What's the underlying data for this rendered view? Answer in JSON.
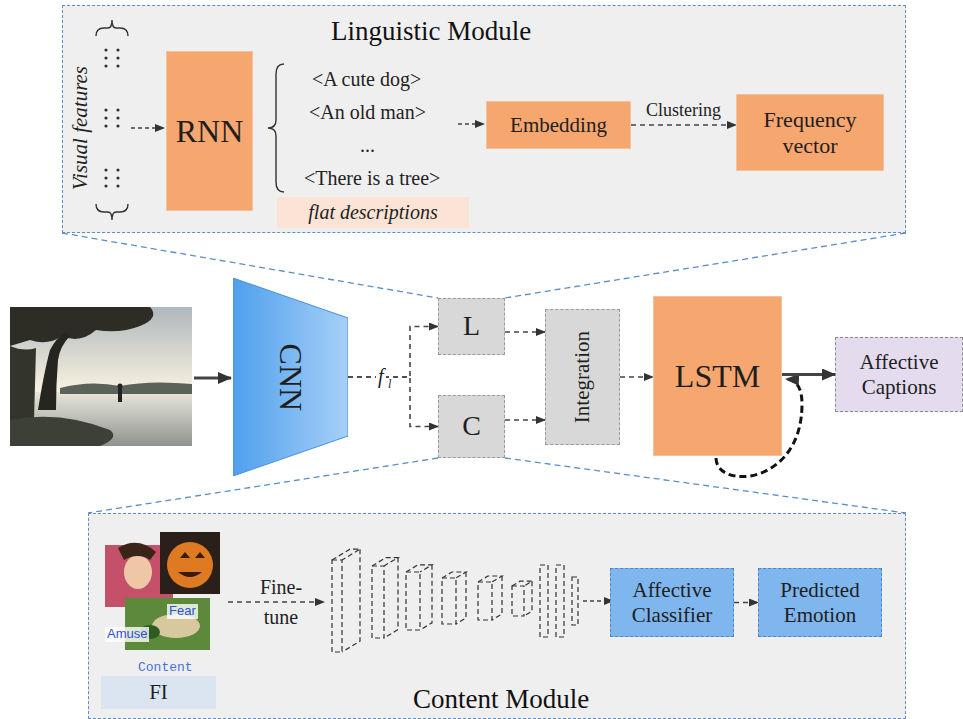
{
  "diagram": {
    "nodes": [
      {
        "text": [
          "Linguistic Module"
        ]
      },
      {
        "text": [
          "RNN"
        ],
        "in": 0
      },
      {
        "text": [
          "flat descriptions"
        ],
        "in": 0
      },
      {
        "text": [
          "Embedding"
        ],
        "in": 0
      },
      {
        "text": [
          "Frequency vector"
        ],
        "in": 0
      },
      {
        "text": [
          "CNN"
        ]
      },
      {
        "text": [
          "L"
        ]
      },
      {
        "text": [
          "C"
        ]
      },
      {
        "text": [
          "Integration"
        ]
      },
      {
        "text": [
          "LSTM"
        ]
      },
      {
        "text": [
          "Affective Captions"
        ]
      },
      {
        "text": [
          "Content Module"
        ]
      },
      {
        "text": [
          "FI"
        ],
        "in": 11
      },
      {
        "text": [
          "Affective Classifier"
        ],
        "in": 11
      },
      {
        "text": [
          "Predicted Emotion"
        ],
        "in": 11
      }
    ],
    "edges": [
      {
        "from": 3,
        "to": 4,
        "label": "Clustering",
        "arrow": "to"
      },
      {
        "from": 5,
        "to": 6,
        "arrow": "to"
      },
      {
        "from": 5,
        "to": 7,
        "arrow": "to"
      },
      {
        "from": 6,
        "to": 8,
        "arrow": "to"
      },
      {
        "from": 7,
        "to": 8,
        "arrow": "to"
      },
      {
        "from": 8,
        "to": 9,
        "arrow": "to"
      },
      {
        "from": 9,
        "to": 10,
        "arrow": "to"
      },
      {
        "from": 13,
        "to": 14,
        "arrow": "to"
      }
    ],
    "labels": [
      "Visual features",
      "<A cute dog>",
      "<An old man>",
      "...",
      "<There is a tree>",
      "f",
      "l",
      "Fine-tune",
      "Fear",
      "Amuse",
      "Content"
    ]
  }
}
